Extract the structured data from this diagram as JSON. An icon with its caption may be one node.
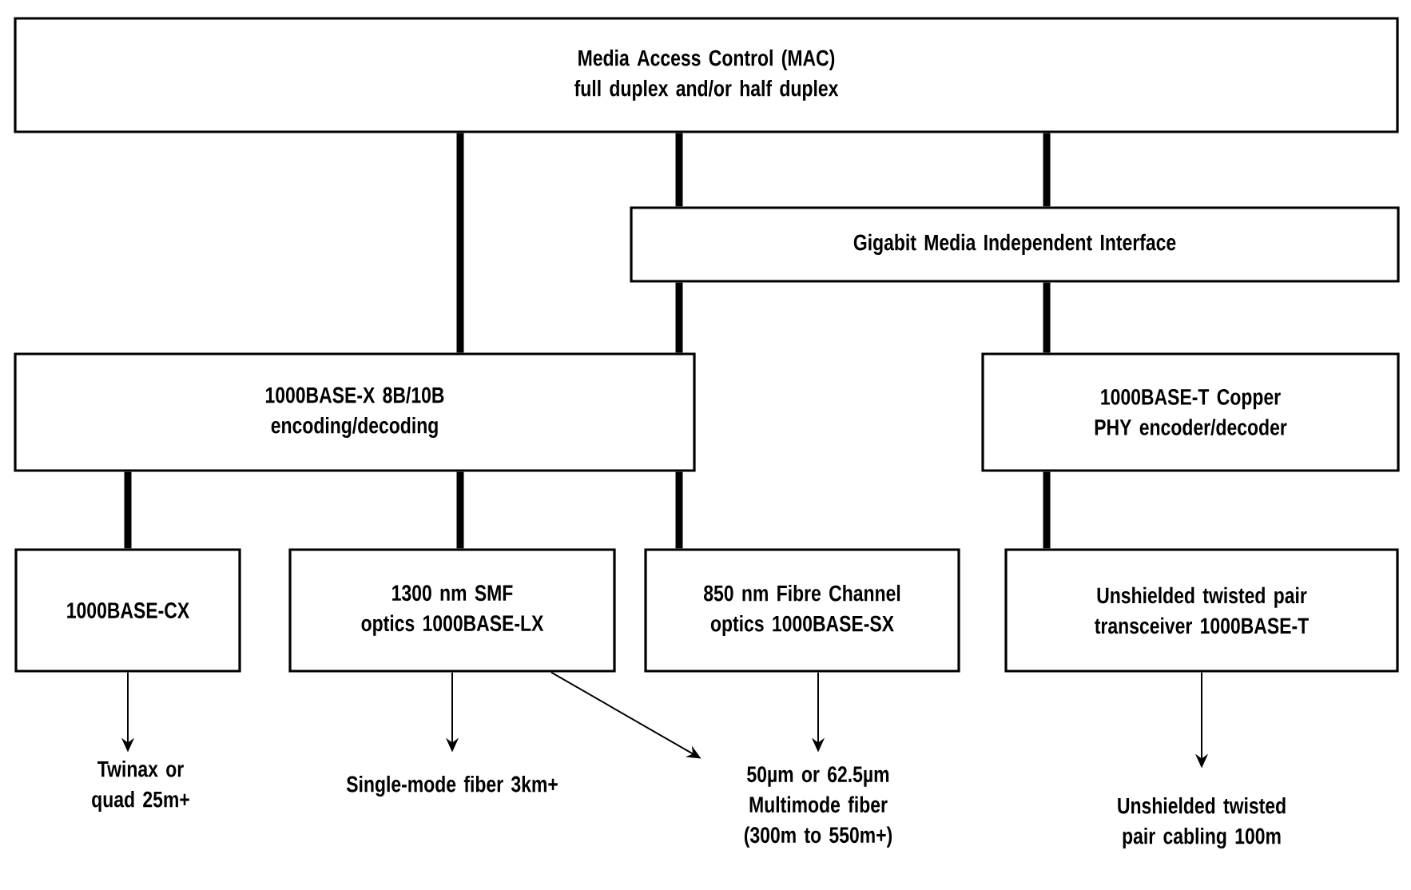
{
  "diagram": {
    "nodes": [
      {
        "text": [
          "Media Access Control (MAC) full duplex and/or half duplex"
        ]
      },
      {
        "text": [
          "Gigabit Media Independent Interface"
        ]
      },
      {
        "text": [
          "1000BASE-X 8B/10B encoding/decoding"
        ]
      },
      {
        "text": [
          "1000BASE-T Copper PHY encoder/decoder"
        ]
      },
      {
        "text": [
          "1000BASE-CX"
        ]
      },
      {
        "text": [
          "1300 nm SMF optics 1000BASE-LX"
        ]
      },
      {
        "text": [
          "850 nm Fibre Channel optics 1000BASE-SX"
        ]
      },
      {
        "text": [
          "Unshielded twisted pair transceiver 1000BASE-T"
        ]
      },
      {
        "text": [
          "Twinax or quad 25m+"
        ]
      },
      {
        "text": [
          "Single-mode fiber 3km+"
        ]
      },
      {
        "text": [
          "50µm or 62.5µm Multimode fiber (300m to 550m+)"
        ]
      },
      {
        "text": [
          "Unshielded twisted pair cabling 100m"
        ]
      }
    ],
    "edges": [
      {
        "from": 0,
        "to": 2,
        "arrow": "none"
      },
      {
        "from": 0,
        "to": 1,
        "arrow": "none"
      },
      {
        "from": 0,
        "to": 1,
        "arrow": "none"
      },
      {
        "from": 1,
        "to": 2,
        "arrow": "none"
      },
      {
        "from": 1,
        "to": 3,
        "arrow": "none"
      },
      {
        "from": 2,
        "to": 4,
        "arrow": "none"
      },
      {
        "from": 2,
        "to": 5,
        "arrow": "none"
      },
      {
        "from": 2,
        "to": 6,
        "arrow": "none"
      },
      {
        "from": 3,
        "to": 7,
        "arrow": "none"
      },
      {
        "from": 4,
        "to": 8,
        "arrow": "to"
      },
      {
        "from": 5,
        "to": 9,
        "arrow": "to"
      },
      {
        "from": 5,
        "to": 10,
        "arrow": "to"
      },
      {
        "from": 6,
        "to": 10,
        "arrow": "to"
      },
      {
        "from": 7,
        "to": 11,
        "arrow": "to"
      }
    ]
  }
}
